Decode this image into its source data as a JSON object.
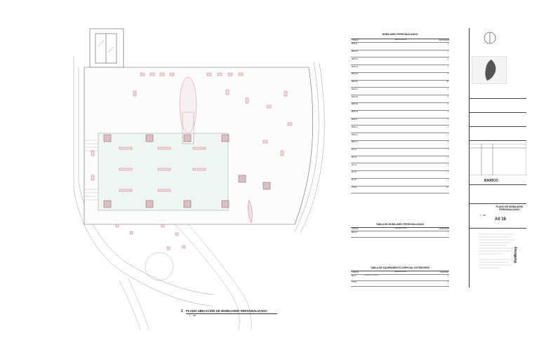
{
  "drawing": {
    "title": "PLANO UBICACIÓN DE MOBILIARIO PERSONALIZADO",
    "scale": "1 : 100",
    "number": "1"
  },
  "tables": {
    "main": {
      "title": "MOBILIARIO PERSONALIZADO",
      "col_code": "CÓDIGO",
      "col_desc": "DESCRIPCIÓN",
      "col_qty": "CANTIDADES",
      "rows": [
        {
          "code": "BMS-01",
          "qty": "4"
        },
        {
          "code": "BMS-02",
          "qty": "1"
        },
        {
          "code": "BMS-03",
          "qty": "2"
        },
        {
          "code": "BMS-04",
          "qty": "1"
        },
        {
          "code": "BMS-05",
          "qty": "2"
        },
        {
          "code": "BMS-06",
          "qty": "15"
        },
        {
          "code": "BMS-07",
          "qty": "3"
        },
        {
          "code": "BMS-08",
          "qty": "6"
        },
        {
          "code": "BMS-09",
          "qty": "2"
        },
        {
          "code": "BMS-10",
          "qty": "1"
        },
        {
          "code": "BMS-11",
          "qty": "3"
        },
        {
          "code": "BMS-12",
          "qty": "1"
        },
        {
          "code": "BMS-13",
          "qty": "1"
        },
        {
          "code": "BMS-14",
          "qty": "1"
        },
        {
          "code": "EC-01",
          "qty": "1"
        },
        {
          "code": "EC-02",
          "qty": "1"
        },
        {
          "code": "EC-03",
          "qty": "1"
        },
        {
          "code": "EC-04",
          "qty": "1"
        },
        {
          "code": "EC-05",
          "qty": "1"
        },
        {
          "code": "TOTAL",
          "qty": "57"
        }
      ]
    },
    "second": {
      "title": "TABLA DE MOBILIARIO PERSONALIZADO",
      "col_code": "CÓDIGO",
      "col_desc": "DESCRIPCIÓN",
      "col_qty": "CANTIDADES",
      "rows": [
        {
          "code": "BMS-15",
          "qty": "1"
        }
      ]
    },
    "third": {
      "title": "TABLA DE EQUIPAMIENTO ESPECIAL EXTERIORES",
      "col_code": "CÓDIGO",
      "col_desc": "DESCRIPCIÓN",
      "col_qty": "CANTIDAD",
      "rows": [
        {
          "code": "EE-01",
          "desc": "MUEBLE EXTERIOR",
          "qty": "1"
        },
        {
          "code": "TOTAL",
          "desc": "",
          "qty": "1"
        }
      ]
    }
  },
  "titleblock": {
    "project": "BARICO",
    "sheet_title": "PLANO DE MOBILIARIO PERSONALIZADO",
    "sheet_number": "A0 16",
    "scale": "1 : 100",
    "logo": "theMoney"
  }
}
